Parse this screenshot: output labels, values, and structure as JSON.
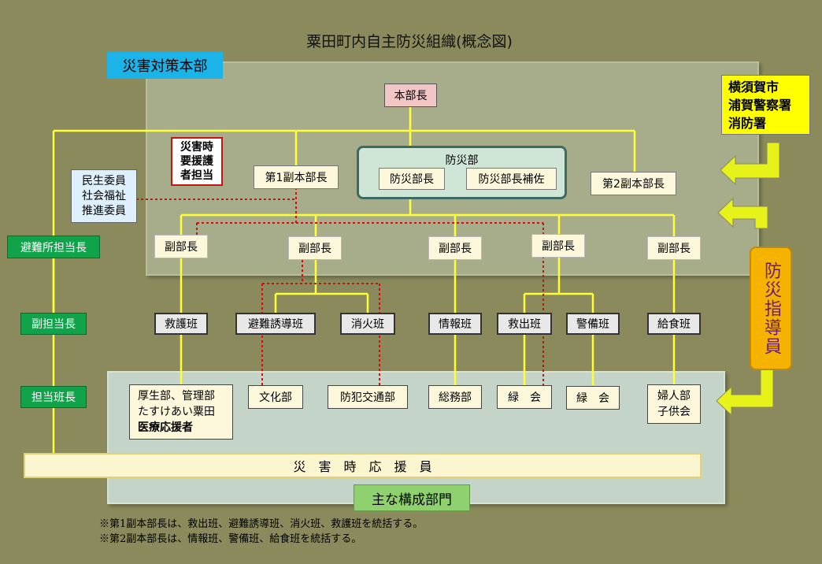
{
  "title": "粟田町内自主防災組織(概念図)",
  "labels": {
    "hq_label": "災害対策本部",
    "main_units_label": "主な構成部門"
  },
  "hq": {
    "chief": "本部長",
    "bousai_group": "防災部",
    "bousai_chief": "防災部長",
    "bousai_assist": "防災部長補佐",
    "vice1": "第1副本部長",
    "vice2": "第2副本部長"
  },
  "support_tag": {
    "line1": "災害時",
    "line2": "要援護",
    "line3": "者担当"
  },
  "welfare": {
    "line1": "民生委員",
    "line2": "社会福祉",
    "line3": "推進委員"
  },
  "external": {
    "line1": "横須賀市",
    "line2": "浦賀警察署",
    "line3": "消防署"
  },
  "instructor": "防災指導員",
  "left_column": {
    "shelter_head": "避難所担当長",
    "deputy_head": "副担当長",
    "team_head": "担当班長"
  },
  "deputies": [
    "副部長",
    "副部長",
    "副部長",
    "副部長",
    "副部長"
  ],
  "teams": [
    "救護班",
    "避難誘導班",
    "消火班",
    "情報班",
    "救出班",
    "警備班",
    "給食班"
  ],
  "units": {
    "u1_line1": "厚生部、管理部",
    "u1_line2": "たすけあい粟田",
    "u1_line3": "医療応援者",
    "u2": "文化部",
    "u3": "防犯交通部",
    "u4": "総務部",
    "u5": "緑　会",
    "u6": "緑　会",
    "u7_line1": "婦人部",
    "u7_line2": "子供会"
  },
  "responders": "災　害　時　応　援　員",
  "notes": [
    "※第1副本部長は、救出班、避難誘導班、消火班、救護班を統括する。",
    "※第2副本部長は、情報班、警備班、給食班を統括する。"
  ],
  "colors": {
    "background": "#8a8a5c",
    "hq_panel": "#a7ad8b",
    "unit_panel": "#c5d4c8",
    "line": "#ffff33",
    "dotted": "#cc1111",
    "green": "#11a34a",
    "blue": "#1bb3e8",
    "chief_box": "#f3c6c6"
  }
}
